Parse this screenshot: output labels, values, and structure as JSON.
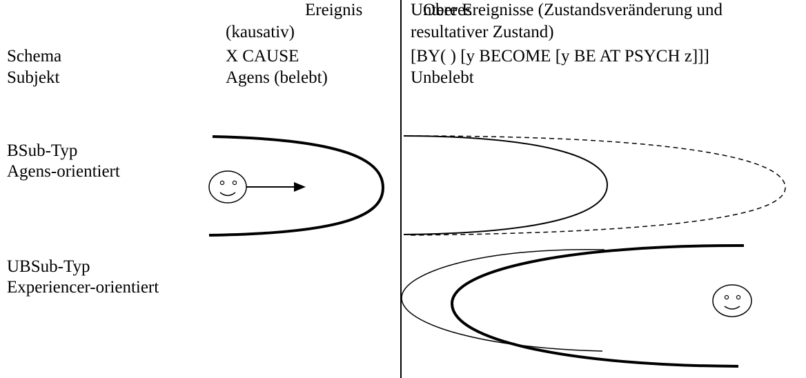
{
  "header": {
    "upper_event": {
      "word1": "Oberes",
      "word2": "Ereignis",
      "line2": "(kausativ)"
    },
    "lower_events": {
      "line1": "Untere Ereignisse (Zustandsveränderung und",
      "line2": "resultativer Zustand)"
    }
  },
  "rows": {
    "schema": {
      "label": "Schema",
      "upper": "X CAUSE",
      "lower": "[BY( ) [y BECOME [y BE AT PSYCH z]]]"
    },
    "subject": {
      "label": "Subjekt",
      "upper": "Agens (belebt)",
      "lower": "Unbelebt"
    }
  },
  "types": {
    "bsub": {
      "name": "BSub-Typ",
      "orientation": "Agens-orientiert"
    },
    "ubsub": {
      "name": "UBSub-Typ",
      "orientation": "Experiencer-orientiert"
    }
  },
  "colors": {
    "ink": "#000000",
    "background": "#ffffff"
  }
}
